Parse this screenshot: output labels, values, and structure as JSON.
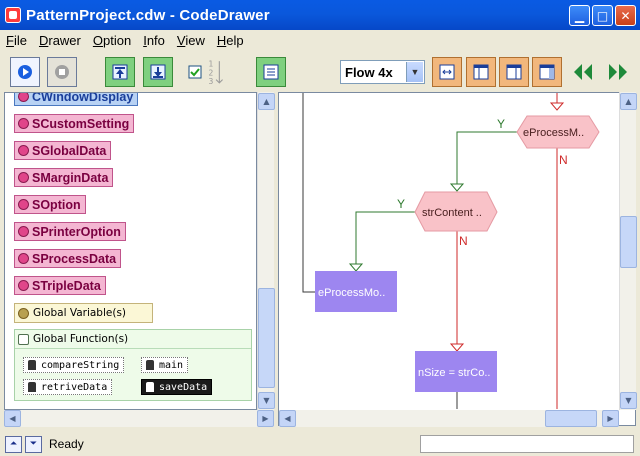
{
  "window": {
    "title": "PatternProject.cdw - CodeDrawer",
    "min_icon": "minimize-icon",
    "max_icon": "maximize-icon",
    "close_icon": "close-icon"
  },
  "menu": [
    {
      "mnemonic": "F",
      "rest": "ile"
    },
    {
      "mnemonic": "D",
      "rest": "rawer"
    },
    {
      "mnemonic": "O",
      "rest": "ption"
    },
    {
      "mnemonic": "I",
      "rest": "nfo"
    },
    {
      "mnemonic": "V",
      "rest": "iew"
    },
    {
      "mnemonic": "H",
      "rest": "elp"
    }
  ],
  "toolbar": {
    "zoom_value": "Flow 4x",
    "step_glyph": "1\n2\n3",
    "checkbox_checked": true,
    "icons": [
      "play-icon",
      "stop-icon",
      "upload-icon",
      "download-icon",
      "checkbox-icon",
      "step-order-icon",
      "list-icon",
      "fit-width-icon",
      "layout-left-icon",
      "layout-right-icon",
      "layout-split-icon",
      "rewind-icon",
      "fast-forward-icon"
    ]
  },
  "tree": {
    "items": [
      "CWindowDisplay",
      "SCustomSetting",
      "SGlobalData",
      "SMarginData",
      "SOption",
      "SPrinterOption",
      "SProcessData",
      "STripleData"
    ],
    "global_variables_label": "Global Variable(s)",
    "global_functions_label": "Global Function(s)",
    "functions": [
      "compareString",
      "main",
      "retriveData",
      "saveData"
    ],
    "selected_function": "saveData"
  },
  "flowchart": {
    "nodes": {
      "decision_top": "eProcessM..",
      "decision_mid": "strContent ..",
      "process_left": "eProcessMo..",
      "process_bottom": "nSize = strCo.."
    },
    "branch_yes": "Y",
    "branch_no": "N",
    "colors": {
      "decision_fill": "#f9c2c8",
      "decision_stroke": "#e59aa3",
      "process_fill": "#9d86f0",
      "yes_line": "#2f7a2f",
      "no_line": "#cf2a2a",
      "neutral_line": "#3a3a3a"
    }
  },
  "status": {
    "text": "Ready",
    "field_value": ""
  }
}
